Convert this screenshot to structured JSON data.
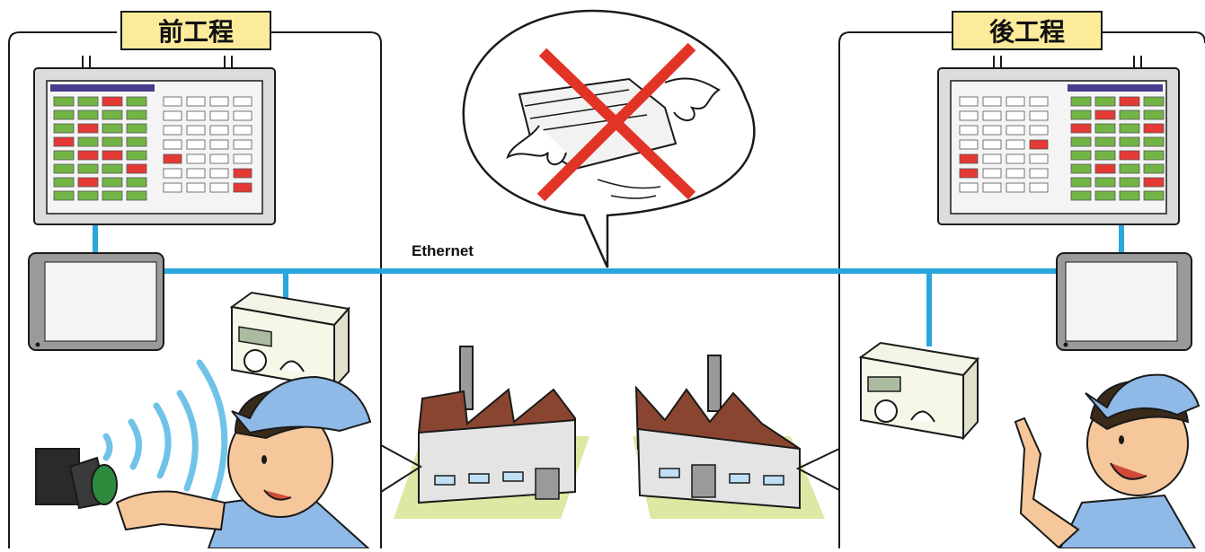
{
  "titles": {
    "left": "前工程",
    "right": "後工程"
  },
  "network": {
    "label": "Ethernet"
  },
  "colors": {
    "network": "#29a6dc",
    "cell_green": "#72b545",
    "cell_red": "#e53935",
    "title_bg": "#fbeb9a",
    "hmi_bar": "#4a3a8c",
    "cap": "#8fb9e6",
    "roof": "#8a4530",
    "ground": "#dce8a3",
    "cross": "#e23327"
  },
  "icons": [
    "touch-panel-icon",
    "tablet-icon",
    "controller-icon",
    "factory-icon",
    "worker-icon",
    "push-button-icon",
    "wireless-signal-icon",
    "paper-documents-icon"
  ]
}
